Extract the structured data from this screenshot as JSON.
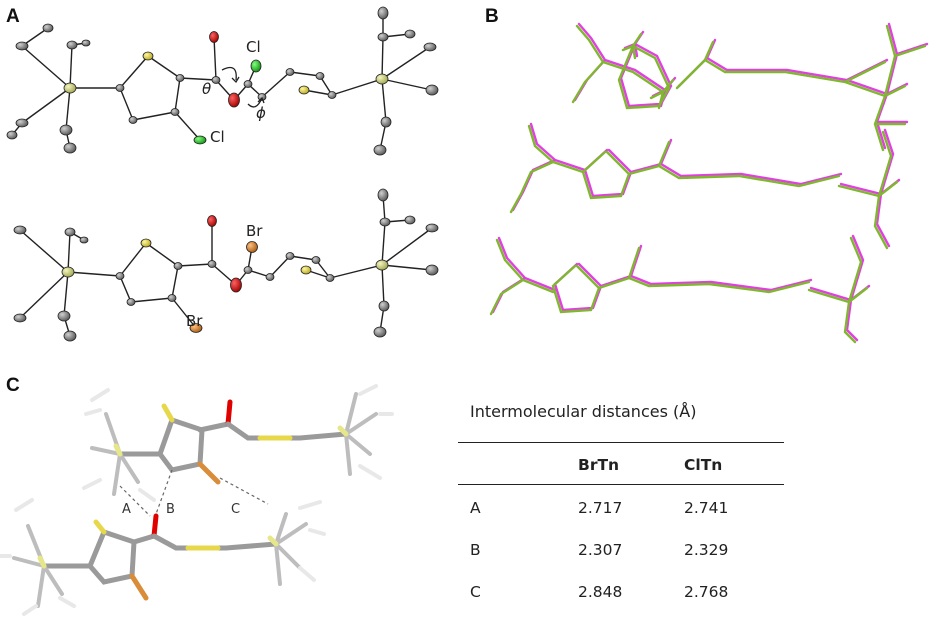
{
  "panels": {
    "a": "A",
    "b": "B",
    "c": "C"
  },
  "panel_a": {
    "labels": {
      "cl1": "Cl",
      "cl2": "Cl",
      "br1": "Br",
      "br2": "Br",
      "theta": "θ",
      "phi": "ϕ"
    }
  },
  "panel_c": {
    "labels": {
      "a": "A",
      "b": "B",
      "c": "C"
    }
  },
  "table": {
    "title": "Intermolecular distances (Å)",
    "headers": [
      "",
      "BrTn",
      "ClTn"
    ],
    "rows": [
      [
        "A",
        "2.717",
        "2.741"
      ],
      [
        "B",
        "2.307",
        "2.329"
      ],
      [
        "C",
        "2.848",
        "2.768"
      ]
    ]
  },
  "colors": {
    "carbon": "#8c8c8c",
    "oxygen": "#e00000",
    "sulfur": "#e6d84a",
    "silicon": "#d8dc8a",
    "chlorine": "#22cc22",
    "bromine": "#d98c3a",
    "overlay_magenta": "#e040e0",
    "overlay_green": "#7fb82e"
  }
}
